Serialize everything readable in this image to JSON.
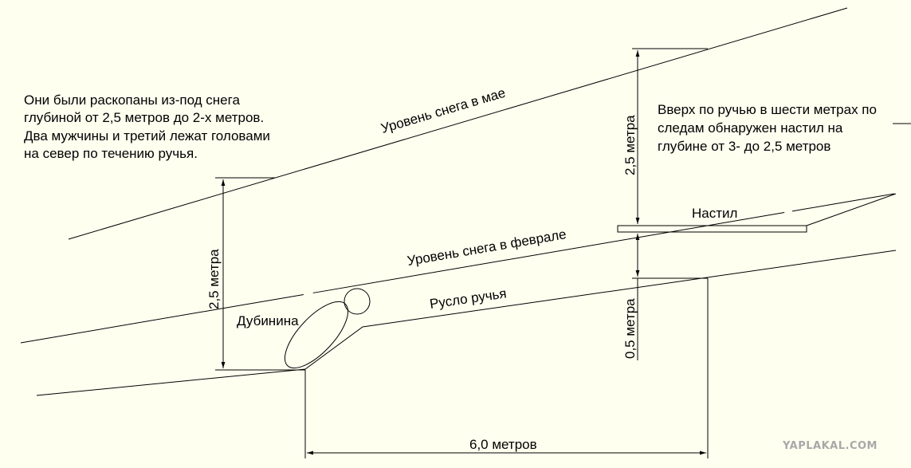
{
  "left_note": {
    "lines": [
      "Они были раскопаны из-под снега",
      "глубиной от 2,5 метров до 2-х метров.",
      "Два мужчины и третий лежат головами",
      "на север по течению ручья."
    ]
  },
  "right_note": {
    "lines": [
      "Вверх по ручью в шести метрах по",
      "следам обнаружен настил на",
      "глубине от 3- до 2,5 метров"
    ]
  },
  "labels": {
    "snow_may": "Уровень снега в мае",
    "snow_february": "Уровень снега в феврале",
    "stream_bed": "Русло ручья",
    "nastil": "Настил",
    "dubinina": "Дубинина"
  },
  "dimensions": {
    "left_height": "2,5 метра",
    "right_top_height": "2,5 метра",
    "right_bottom_height": "0,5 метра",
    "horizontal_distance": "6,0 метров"
  },
  "watermark": "YAPLAKAL.COM"
}
